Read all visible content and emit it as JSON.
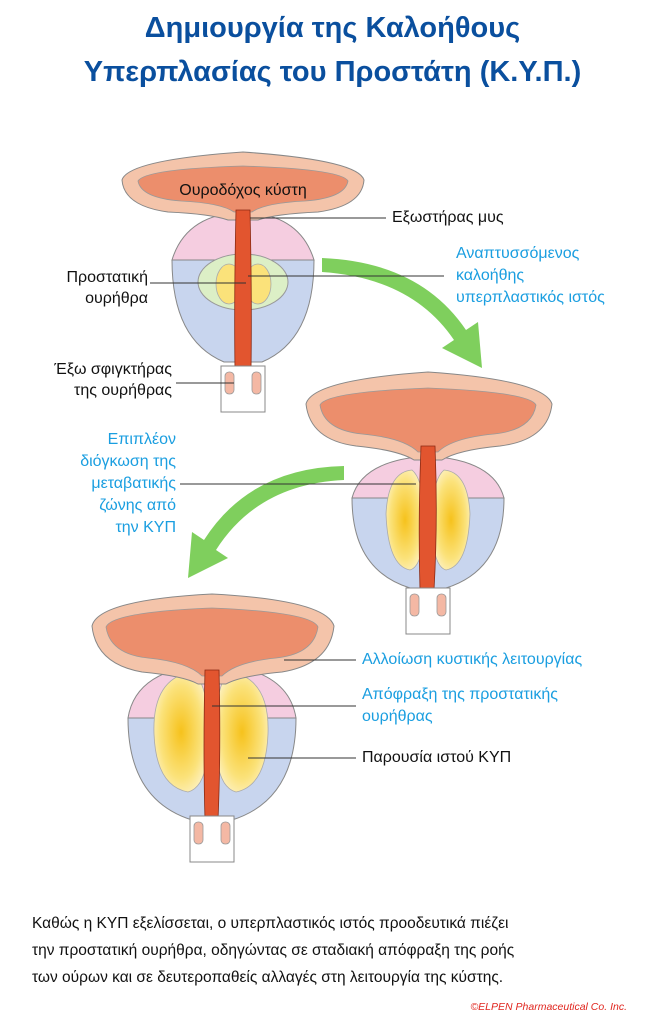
{
  "title_line1": "Δημιουργία της Καλοήθους",
  "title_line2": "Υπερπλασίας του Προστάτη (Κ.Υ.Π.)",
  "labels": {
    "bladder": "Ουροδόχος κύστη",
    "detrusor": "Εξωστήρας μυς",
    "urethra_l1": "Προστατική",
    "urethra_l2": "ουρήθρα",
    "developing_l1": "Αναπτυσσόμενος",
    "developing_l2": "καλοήθης",
    "developing_l3": "υπερπλαστικός ιστός",
    "sphincter_l1": "Έξω σφιγκτήρας",
    "sphincter_l2": "της ουρήθρας",
    "further_l1": "Επιπλέον",
    "further_l2": "διόγκωση της",
    "further_l3": "μεταβατικής",
    "further_l4": "ζώνης από",
    "further_l5": "την ΚΥΠ",
    "bladder_function": "Αλλοίωση κυστικής λειτουργίας",
    "obstruction_l1": "Απόφραξη της προστατικής",
    "obstruction_l2": "ουρήθρας",
    "bph_tissue": "Παρουσία ιστού ΚΥΠ"
  },
  "caption_l1": "Καθώς η ΚΥΠ εξελίσσεται, ο υπερπλαστικός ιστός προοδευτικά πιέζει",
  "caption_l2": "την προστατική ουρήθρα, οδηγώντας σε σταδιακή απόφραξη της ροής",
  "caption_l3": "των ούρων και σε δευτεροπαθείς αλλαγές στη λειτουργία της κύστης.",
  "copyright": "©ELPEN Pharmaceutical Co. Inc.",
  "colors": {
    "title": "#0a4f9e",
    "accent_label": "#1a9ee0",
    "bladder_wall": "#f4c4aa",
    "bladder_lumen": "#ec8e6c",
    "urethra": "#e2552f",
    "pink_zone": "#f5cde0",
    "blue_zone": "#c8d5ee",
    "green_zone": "#dcefc6",
    "bph_yellow": "#f6d54a",
    "arrow": "#7fcf5d",
    "copyright": "#e0261f"
  }
}
